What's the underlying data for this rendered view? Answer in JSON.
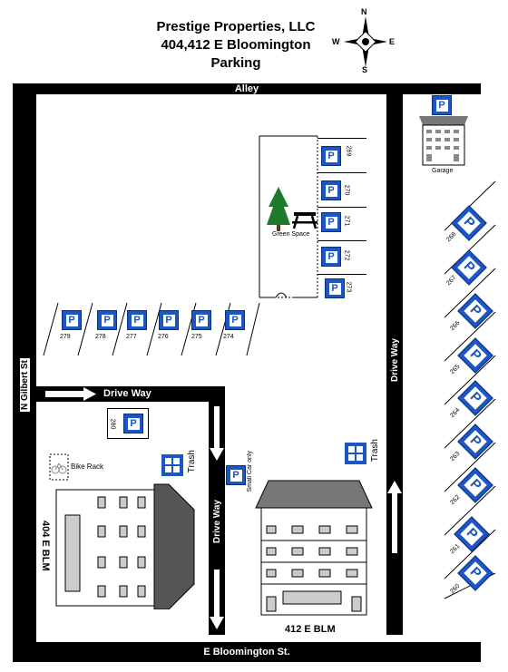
{
  "title": {
    "line1": "Prestige Properties, LLC",
    "line2": "404,412 E Bloomington",
    "line3": "Parking"
  },
  "compass": {
    "n": "N",
    "s": "S",
    "e": "E",
    "w": "W"
  },
  "streets": {
    "top": "Alley",
    "bottom": "E Bloomington St.",
    "left": "N Gilbert St"
  },
  "drive_way": "Drive Way",
  "green_space": "Green Space",
  "garage": "Garage",
  "bike_rack": "Bike Rack",
  "trash": "Trash",
  "small_car_only": "Small Car only",
  "buildings": {
    "b404": "404 E BLM",
    "b412": "412 E BLM"
  },
  "parking_symbol": "P",
  "spaces": {
    "center": [
      "269",
      "270",
      "271",
      "272",
      "273"
    ],
    "left_row": [
      "279",
      "278",
      "277",
      "276",
      "275",
      "274"
    ],
    "right": [
      "268",
      "267",
      "266",
      "265",
      "264",
      "263",
      "262",
      "261",
      "260"
    ],
    "center_single": "280"
  },
  "colors": {
    "parking_blue": "#1a56c4",
    "tree_green": "#1e7a2a"
  }
}
